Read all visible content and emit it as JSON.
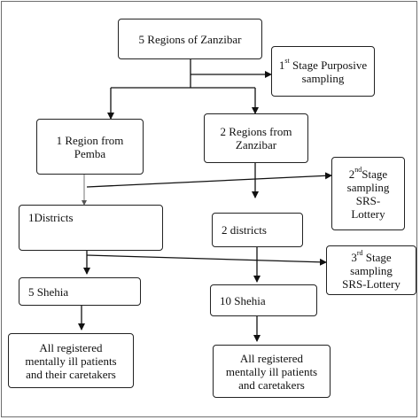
{
  "diagram": {
    "root": "5 Regions of Zanzibar",
    "stage1": {
      "sup": "st",
      "line1_pre": "1",
      "line1_post": " Stage Purposive",
      "line2": "sampling"
    },
    "pemba": {
      "line1": "1 Region from",
      "line2": "Pemba"
    },
    "zanzibar": {
      "line1": "2 Regions from",
      "line2": "Zanzibar"
    },
    "stage2": {
      "line1_pre": "2",
      "sup": "nd",
      "line1_post": "Stage",
      "line2": "sampling",
      "line3": "SRS-",
      "line4": "Lottery"
    },
    "districts_left": "1Districts",
    "districts_right": "2 districts",
    "stage3": {
      "line1_pre": "3",
      "sup": "rd",
      "line1_post": " Stage",
      "line2": "sampling",
      "line3": "SRS-Lottery"
    },
    "shehia_left": "5 Shehia",
    "shehia_right": "10 Shehia",
    "result_left": {
      "line1": "All registered",
      "line2": "mentally ill patients",
      "line3": "and their caretakers"
    },
    "result_right": {
      "line1": "All registered",
      "line2": "mentally ill patients",
      "line3": "and caretakers"
    }
  }
}
